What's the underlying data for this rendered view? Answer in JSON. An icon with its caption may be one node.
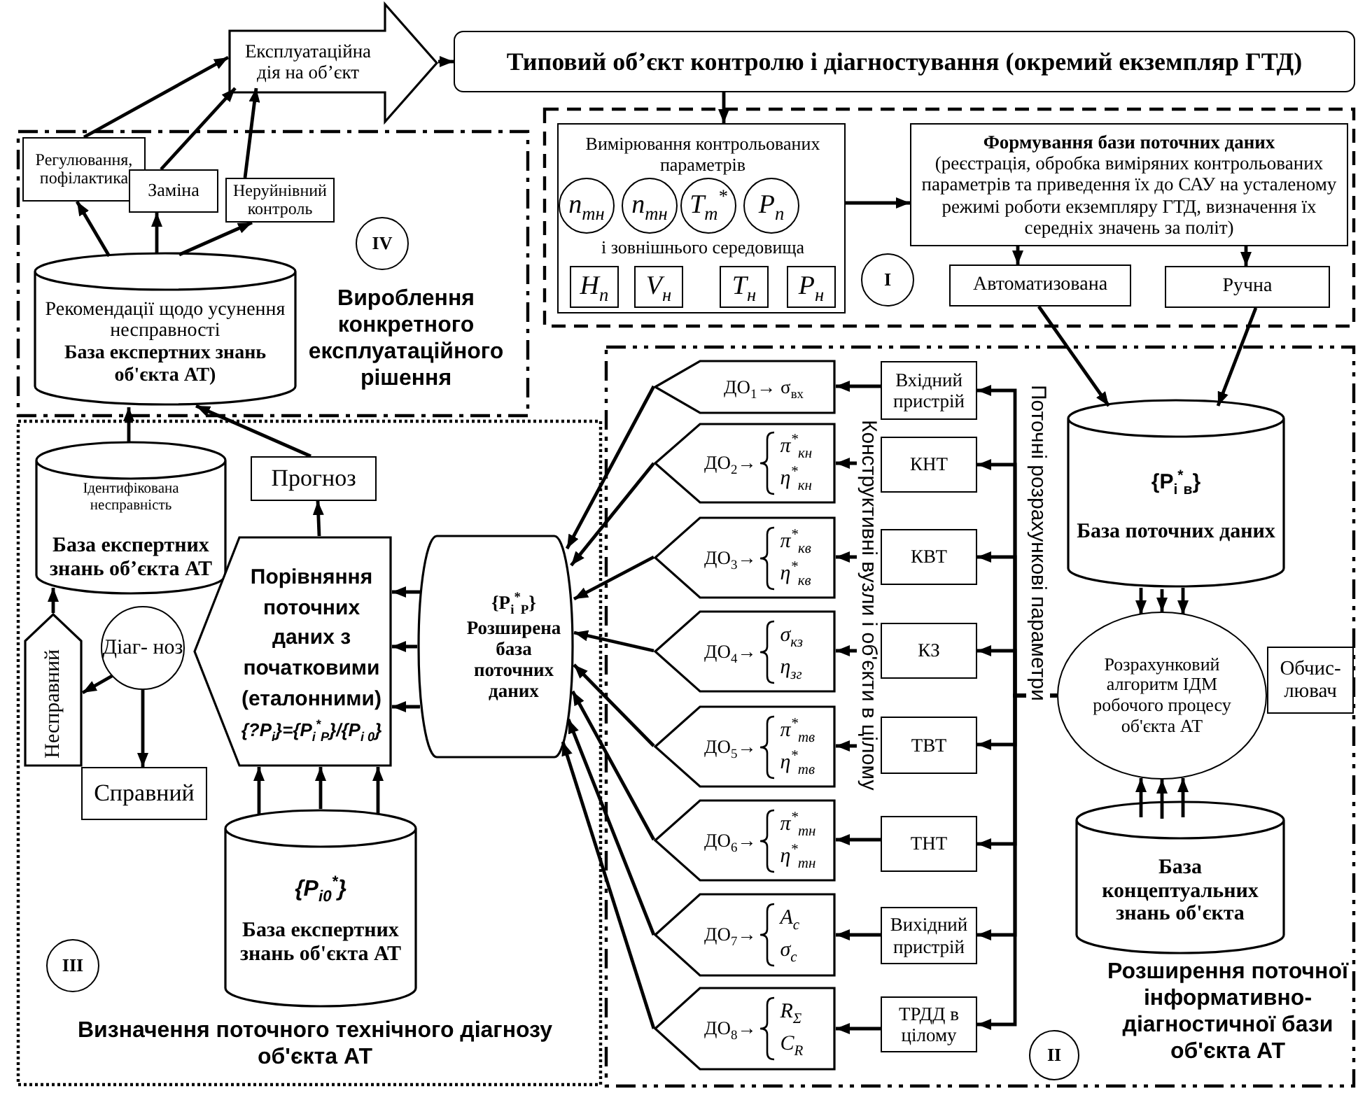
{
  "diagram": {
    "nodes": [
      {
        "text": [
          "Експлуатаційна дія на об’єкт"
        ]
      },
      {
        "text": [
          "Типовий об’єкт контролю і діагностування (окремий екземпляр ГТД)"
        ]
      },
      {
        "text": [],
        "shape": "box"
      },
      {
        "text": [
          "Вимірювання контрольованих параметрів",
          "і зовнішнього середовища"
        ],
        "in": 2
      },
      {
        "text": [
          "n$_{тн}$"
        ],
        "in": 3
      },
      {
        "text": [
          "n$_{тн}$"
        ],
        "in": 3
      },
      {
        "text": [
          "T$_{т}$$^{*}$"
        ],
        "in": 3
      },
      {
        "text": [
          "P$_{п}$"
        ],
        "in": 3
      },
      {
        "text": [
          "H$_{n}$"
        ],
        "in": 3
      },
      {
        "text": [
          "V$_{н}$"
        ],
        "in": 3
      },
      {
        "text": [
          "T$_{н}$"
        ],
        "in": 3
      },
      {
        "text": [
          "P$_{н}$"
        ],
        "in": 3
      },
      {
        "text": [
          "Формування бази поточних даних",
          "(реєстрація, обробка виміряних контрольованих параметрів та приведення їх до САУ на усталеному режимі роботи екземпляру ГТД, визначення їх середніх значень за політ)"
        ],
        "in": 2
      },
      {
        "text": [
          "Автоматизована"
        ],
        "in": 2
      },
      {
        "text": [
          "Ручна"
        ],
        "in": 2
      },
      {
        "text": [
          "Вироблення конкретного експлуатаційного рішення"
        ]
      },
      {
        "text": [
          "Регулювання, пофілактика"
        ],
        "in": 15
      },
      {
        "text": [
          "Заміна"
        ],
        "in": 15
      },
      {
        "text": [
          "Неруйнівний контроль"
        ],
        "in": 15
      },
      {
        "text": [
          "Рекомендації щодо усунення несправності",
          "База експертних знань об'єкта АТ)"
        ],
        "in": 15
      },
      {
        "text": [
          "Визначення поточного технічного діагнозу об'єкта АТ"
        ]
      },
      {
        "text": [
          "Ідентифікована несправність",
          "База експертних знань об’єкта АТ"
        ],
        "in": 20
      },
      {
        "text": [
          "Прогноз"
        ],
        "in": 20
      },
      {
        "text": [
          "Порівняння поточних даних з початковими (еталонними)",
          "{?P$_{i}$}={P$_{i}$$^{*}$$_{Р}$}/{P$_{i 0}$}"
        ],
        "in": 20
      },
      {
        "text": [
          "Діаг- ноз"
        ],
        "in": 20
      },
      {
        "text": [
          "Несправний"
        ],
        "in": 20
      },
      {
        "text": [
          "Справний"
        ],
        "in": 20
      },
      {
        "text": [
          "{P$_{i0}$$^{*}$}",
          "База експертних знань об'єкта АТ"
        ],
        "in": 20
      },
      {
        "text": [
          "{P$_{i}$$^{*}$$_{Р}$}",
          "Розширена база поточних даних"
        ],
        "in": 20
      },
      {
        "text": [
          "Розширення поточної інформативно-діагностичної бази об'єкта АТ"
        ]
      },
      {
        "text": [
          "ДО$_{1}$→ σ$_{вх}$"
        ],
        "in": 29
      },
      {
        "text": [
          "ДО$_{2}$→",
          "π$^{*}$$_{кн}$",
          "η$^{*}$$_{кн}$"
        ],
        "in": 29
      },
      {
        "text": [
          "ДО$_{3}$→",
          "π$^{*}$$_{кв}$",
          "η$^{*}$$_{кв}$"
        ],
        "in": 29
      },
      {
        "text": [
          "ДО$_{4}$→",
          "σ$_{кз}$",
          "η$_{зг}$"
        ],
        "in": 29
      },
      {
        "text": [
          "ДО$_{5}$→",
          "π$^{*}$$_{тв}$",
          "η$^{*}$$_{тв}$"
        ],
        "in": 29
      },
      {
        "text": [
          "ДО$_{6}$→",
          "π$^{*}$$_{тн}$",
          "η$^{*}$$_{тн}$"
        ],
        "in": 29
      },
      {
        "text": [
          "ДО$_{7}$→",
          "A$_{c}$",
          "σ$_{c}$"
        ],
        "in": 29
      },
      {
        "text": [
          "ДО$_{8}$→",
          "R$_{Σ}$",
          "C$_{R}$"
        ],
        "in": 29
      },
      {
        "text": [
          "Вхідний пристрій"
        ],
        "in": 29
      },
      {
        "text": [
          "КНТ"
        ],
        "in": 29
      },
      {
        "text": [
          "КВТ"
        ],
        "in": 29
      },
      {
        "text": [
          "КЗ"
        ],
        "in": 29
      },
      {
        "text": [
          "ТВТ"
        ],
        "in": 29
      },
      {
        "text": [
          "ТНТ"
        ],
        "in": 29
      },
      {
        "text": [
          "Вихідний пристрій"
        ],
        "in": 29
      },
      {
        "text": [
          "ТРДД в цілому"
        ],
        "in": 29
      },
      {
        "text": [
          "{P$_{i}$$^{*}$$_{в}$}",
          "База поточних даних"
        ],
        "in": 29
      },
      {
        "text": [
          "Розрахунковий алгоритм ІДМ робочого процесу об'єкта АТ"
        ],
        "in": 29
      },
      {
        "text": [
          "Обчис- лювач"
        ],
        "in": 29
      },
      {
        "text": [
          "База концептуальних знань об'єкта"
        ],
        "in": 29
      },
      {
        "text": [
          "I"
        ],
        "in": 2
      },
      {
        "text": [
          "IV"
        ],
        "in": 15
      },
      {
        "text": [
          "III"
        ],
        "in": 20
      },
      {
        "text": [
          "II"
        ],
        "in": 29
      }
    ],
    "edges": [
      {
        "from": 0,
        "to": 1,
        "arrow": "to"
      },
      {
        "from": 1,
        "to": 3,
        "arrow": "to"
      },
      {
        "from": 3,
        "to": 12,
        "arrow": "to"
      },
      {
        "from": 12,
        "to": 13,
        "arrow": "to"
      },
      {
        "from": 12,
        "to": 14,
        "arrow": "to"
      },
      {
        "from": 13,
        "to": 46,
        "arrow": "to"
      },
      {
        "from": 14,
        "to": 46,
        "arrow": "to"
      },
      {
        "from": 46,
        "to": 47,
        "arrow": "to"
      },
      {
        "from": 46,
        "to": 47,
        "arrow": "to"
      },
      {
        "from": 46,
        "to": 47,
        "arrow": "to"
      },
      {
        "from": 49,
        "to": 47,
        "arrow": "to"
      },
      {
        "from": 49,
        "to": 47,
        "arrow": "to"
      },
      {
        "from": 49,
        "to": 47,
        "arrow": "to"
      },
      {
        "from": 47,
        "to": 38,
        "arrow": "to"
      },
      {
        "from": 47,
        "to": 39,
        "arrow": "to"
      },
      {
        "from": 47,
        "to": 40,
        "arrow": "to"
      },
      {
        "from": 47,
        "to": 41,
        "arrow": "to"
      },
      {
        "from": 47,
        "to": 42,
        "arrow": "to"
      },
      {
        "from": 47,
        "to": 43,
        "arrow": "to"
      },
      {
        "from": 47,
        "to": 44,
        "arrow": "to"
      },
      {
        "from": 47,
        "to": 45,
        "arrow": "to"
      },
      {
        "from": 38,
        "to": 30,
        "arrow": "to"
      },
      {
        "from": 39,
        "to": 31,
        "arrow": "to"
      },
      {
        "from": 40,
        "to": 32,
        "arrow": "to"
      },
      {
        "from": 41,
        "to": 33,
        "arrow": "to"
      },
      {
        "from": 42,
        "to": 34,
        "arrow": "to"
      },
      {
        "from": 43,
        "to": 35,
        "arrow": "to"
      },
      {
        "from": 44,
        "to": 36,
        "arrow": "to"
      },
      {
        "from": 45,
        "to": 37,
        "arrow": "to"
      },
      {
        "from": 30,
        "to": 28,
        "arrow": "to"
      },
      {
        "from": 31,
        "to": 28,
        "arrow": "to"
      },
      {
        "from": 32,
        "to": 28,
        "arrow": "to"
      },
      {
        "from": 33,
        "to": 28,
        "arrow": "to"
      },
      {
        "from": 34,
        "to": 28,
        "arrow": "to"
      },
      {
        "from": 35,
        "to": 28,
        "arrow": "to"
      },
      {
        "from": 36,
        "to": 28,
        "arrow": "to"
      },
      {
        "from": 37,
        "to": 28,
        "arrow": "to"
      },
      {
        "from": 28,
        "to": 23,
        "arrow": "to"
      },
      {
        "from": 28,
        "to": 23,
        "arrow": "to"
      },
      {
        "from": 28,
        "to": 23,
        "arrow": "to"
      },
      {
        "from": 27,
        "to": 23,
        "arrow": "to"
      },
      {
        "from": 27,
        "to": 23,
        "arrow": "to"
      },
      {
        "from": 27,
        "to": 23,
        "arrow": "to"
      },
      {
        "from": 23,
        "to": 22,
        "arrow": "to"
      },
      {
        "from": 24,
        "to": 25,
        "arrow": "to"
      },
      {
        "from": 24,
        "to": 26,
        "arrow": "to"
      },
      {
        "from": 25,
        "to": 21,
        "arrow": "to"
      },
      {
        "from": 21,
        "to": 19,
        "arrow": "to"
      },
      {
        "from": 22,
        "to": 19,
        "arrow": "to"
      },
      {
        "from": 19,
        "to": 16,
        "arrow": "to"
      },
      {
        "from": 19,
        "to": 17,
        "arrow": "to"
      },
      {
        "from": 19,
        "to": 18,
        "arrow": "to"
      },
      {
        "from": 16,
        "to": 0,
        "arrow": "to"
      },
      {
        "from": 17,
        "to": 0,
        "arrow": "to"
      },
      {
        "from": 18,
        "to": 0,
        "arrow": "to"
      }
    ],
    "labels": [
      "Конструктивні вузли і об'єкти в цілому",
      "Поточні розрахункові параметри"
    ]
  }
}
